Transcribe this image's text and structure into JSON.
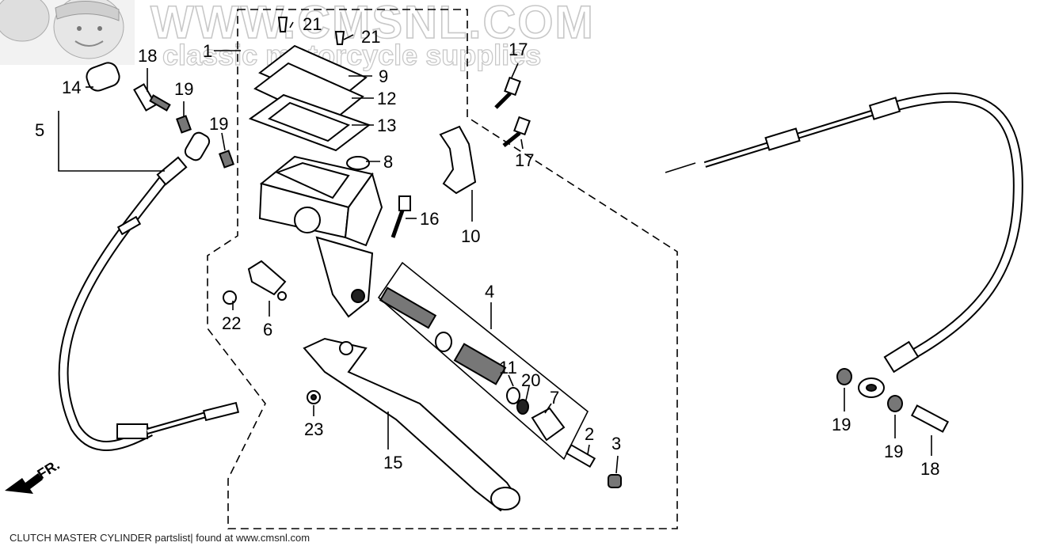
{
  "watermark": {
    "line1": "WWW.CMSNL.COM",
    "line2": "classic motorcycle supplies"
  },
  "direction_marker": "FR.",
  "caption": "CLUTCH MASTER CYLINDER partslist| found at www.cmsnl.com",
  "callouts": {
    "c1": "1",
    "c2": "2",
    "c3": "3",
    "c4": "4",
    "c5": "5",
    "c6": "6",
    "c7": "7",
    "c8": "8",
    "c9": "9",
    "c10": "10",
    "c11": "11",
    "c12": "12",
    "c13": "13",
    "c14": "14",
    "c15": "15",
    "c16": "16",
    "c17a": "17",
    "c17b": "17",
    "c18a": "18",
    "c18b": "18",
    "c19a": "19",
    "c19b": "19",
    "c19c": "19",
    "c19d": "19",
    "c20": "20",
    "c21a": "21",
    "c21b": "21",
    "c22": "22",
    "c23": "23"
  }
}
